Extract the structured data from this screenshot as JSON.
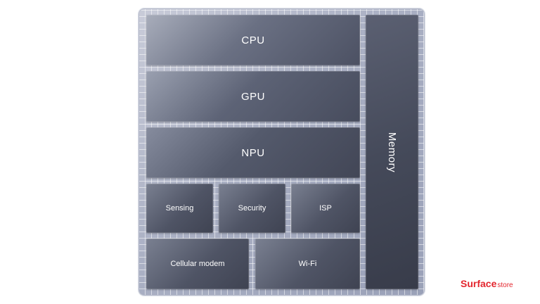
{
  "blocks": {
    "cpu": "CPU",
    "gpu": "GPU",
    "npu": "NPU",
    "sensing": "Sensing",
    "security": "Security",
    "isp": "ISP",
    "modem": "Cellular modem",
    "wifi": "Wi-Fi",
    "memory": "Memory"
  },
  "logo": {
    "primary": "Surface",
    "secondary": "store",
    "color": "#e3262e"
  }
}
